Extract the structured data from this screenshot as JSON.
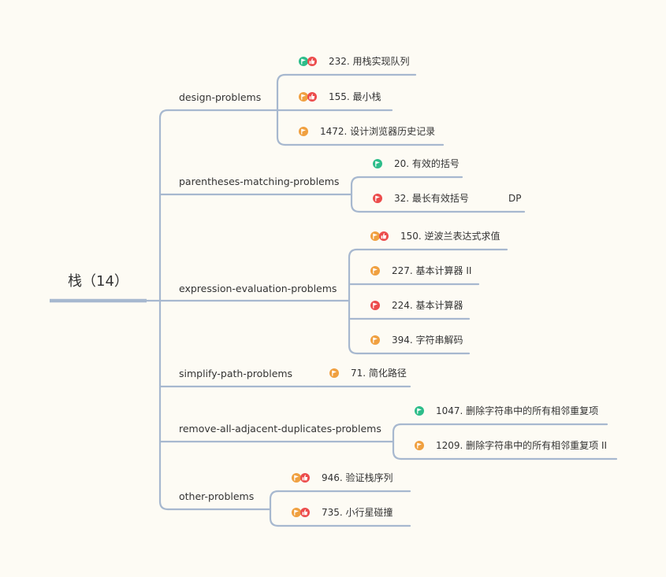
{
  "colors": {
    "line": "#a7b8cf",
    "flag_easy": "#2dbd8a",
    "flag_medium": "#f0a040",
    "flag_hard": "#ec4c4c",
    "thumb": "#ec4c4c",
    "background": "#fdfbf4",
    "text": "#333333"
  },
  "root": {
    "label": "栈（14）"
  },
  "branches": [
    {
      "label": "design-problems",
      "leaves": [
        {
          "label": "232. 用栈实现队列",
          "flag": "easy",
          "thumb": true
        },
        {
          "label": "155. 最小栈",
          "flag": "medium",
          "thumb": true
        },
        {
          "label": "1472. 设计浏览器历史记录",
          "flag": "medium",
          "thumb": false
        }
      ]
    },
    {
      "label": "parentheses-matching-problems",
      "leaves": [
        {
          "label": "20. 有效的括号",
          "flag": "easy",
          "thumb": false
        },
        {
          "label": "32. 最长有效括号",
          "flag": "hard",
          "thumb": false,
          "note": "DP"
        }
      ]
    },
    {
      "label": "expression-evaluation-problems",
      "leaves": [
        {
          "label": "150. 逆波兰表达式求值",
          "flag": "medium",
          "thumb": true
        },
        {
          "label": "227. 基本计算器 II",
          "flag": "medium",
          "thumb": false
        },
        {
          "label": "224. 基本计算器",
          "flag": "hard",
          "thumb": false
        },
        {
          "label": "394. 字符串解码",
          "flag": "medium",
          "thumb": false
        }
      ]
    },
    {
      "label": "simplify-path-problems",
      "leaves": [
        {
          "label": "71. 简化路径",
          "flag": "medium",
          "thumb": false
        }
      ]
    },
    {
      "label": "remove-all-adjacent-duplicates-problems",
      "leaves": [
        {
          "label": "1047. 删除字符串中的所有相邻重复项",
          "flag": "easy",
          "thumb": false
        },
        {
          "label": "1209. 删除字符串中的所有相邻重复项 II",
          "flag": "medium",
          "thumb": false
        }
      ]
    },
    {
      "label": "other-problems",
      "leaves": [
        {
          "label": "946. 验证栈序列",
          "flag": "medium",
          "thumb": true
        },
        {
          "label": "735. 小行星碰撞",
          "flag": "medium",
          "thumb": true
        }
      ]
    }
  ]
}
